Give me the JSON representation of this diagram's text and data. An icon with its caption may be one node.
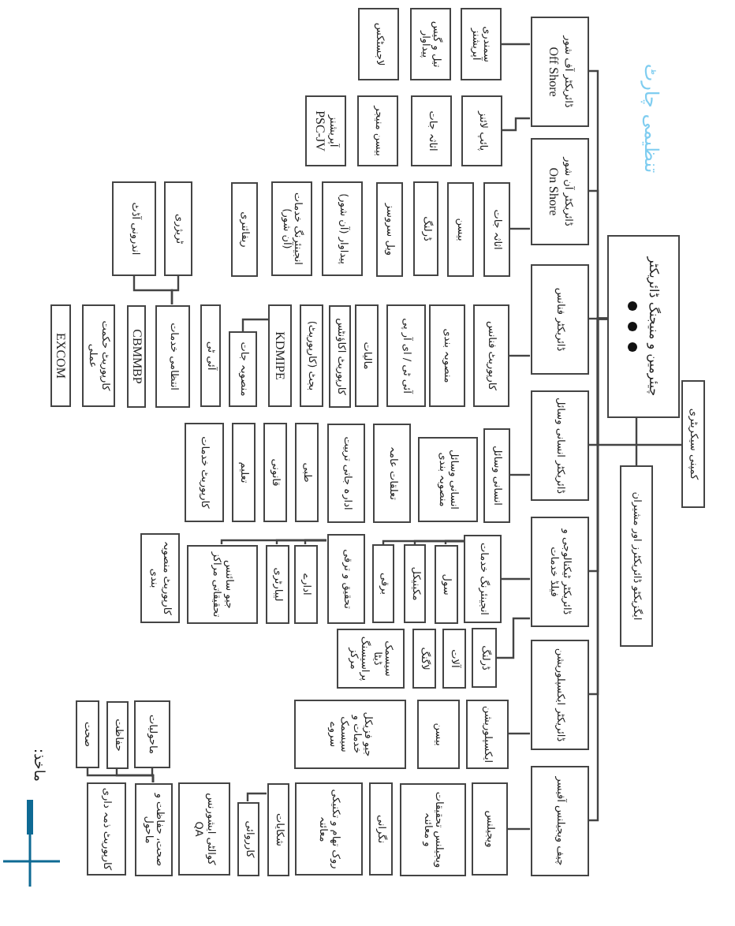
{
  "diagram": {
    "title": "تنظیمی چارٹ",
    "nodes": [
      {
        "text": [
          "چیئرمین و منیجنگ ڈائریکٹر"
        ]
      },
      {
        "text": [
          "کمپنی سیکریٹری"
        ]
      },
      {
        "text": [
          "ایگزیکٹو ڈائریکٹرز اور مشیران"
        ]
      },
      {
        "text": [
          "ڈائریکٹر آف شور",
          "Off Shore"
        ]
      },
      {
        "text": [
          "ڈائریکٹر آن شور",
          "On Shore"
        ]
      },
      {
        "text": [
          "ڈائریکٹر فنانس"
        ]
      },
      {
        "text": [
          "ڈائریکٹر انسانی وسائل"
        ]
      },
      {
        "text": [
          "ڈائریکٹر ٹیکنالوجی و فیلڈ خدمات"
        ]
      },
      {
        "text": [
          "ڈائریکٹر ایکسپلوریشن"
        ]
      },
      {
        "text": [
          "چیف ویجیلنس آفیسر"
        ]
      },
      {
        "text": [
          "سمندری آپریشنز"
        ]
      },
      {
        "text": [
          "تیل و گیس پیداوار"
        ]
      },
      {
        "text": [
          "لاجسٹکس"
        ]
      },
      {
        "text": [
          "پائپ لائنز"
        ]
      },
      {
        "text": [
          "اثاثہ جات"
        ]
      },
      {
        "text": [
          "بیسن منیجر"
        ]
      },
      {
        "text": [
          "آپریشنز",
          "PSC-JV"
        ]
      },
      {
        "text": [
          "اثاثہ جات"
        ]
      },
      {
        "text": [
          "بیسن"
        ]
      },
      {
        "text": [
          "ڈرلنگ"
        ]
      },
      {
        "text": [
          "ویل سروسز"
        ]
      },
      {
        "text": [
          "پیداوار (آن شور)"
        ]
      },
      {
        "text": [
          "انجینئرنگ خدمات (آن شور)"
        ]
      },
      {
        "text": [
          "ریفائنری"
        ]
      },
      {
        "text": [
          "ٹریژری"
        ]
      },
      {
        "text": [
          "اندرونی آڈٹ"
        ]
      },
      {
        "text": [
          "کارپوریٹ فنانس"
        ]
      },
      {
        "text": [
          "منصوبہ بندی"
        ]
      },
      {
        "text": [
          "آئی ٹی / ای آر پی"
        ]
      },
      {
        "text": [
          "مالیات"
        ]
      },
      {
        "text": [
          "کارپوریٹ اکاؤنٹس"
        ]
      },
      {
        "text": [
          "بجٹ (کارپوریٹ)"
        ]
      },
      {
        "text": [
          "KDMIPE"
        ]
      },
      {
        "text": [
          "منصوبہ جات"
        ]
      },
      {
        "text": [
          "آئی ٹی"
        ]
      },
      {
        "text": [
          "انتظامی خدمات"
        ]
      },
      {
        "text": [
          "CBMMBP"
        ]
      },
      {
        "text": [
          "کارپوریٹ حکمت عملی"
        ]
      },
      {
        "text": [
          "EXCOM"
        ]
      },
      {
        "text": [
          "انسانی وسائل"
        ]
      },
      {
        "text": [
          "انسانی وسائل منصوبہ بندی"
        ]
      },
      {
        "text": [
          "تعلقات عامہ"
        ]
      },
      {
        "text": [
          "ادارہ جاتی تربیت"
        ]
      },
      {
        "text": [
          "طبی"
        ]
      },
      {
        "text": [
          "قانونی"
        ]
      },
      {
        "text": [
          "تعلیم"
        ]
      },
      {
        "text": [
          "کارپوریٹ خدمات"
        ]
      },
      {
        "text": [
          "انجینئرنگ خدمات"
        ]
      },
      {
        "text": [
          "سول"
        ]
      },
      {
        "text": [
          "مکینیکل"
        ]
      },
      {
        "text": [
          "برقی"
        ]
      },
      {
        "text": [
          "تحقیق و ترقی"
        ]
      },
      {
        "text": [
          "ادارے"
        ]
      },
      {
        "text": [
          "لیبارٹری"
        ]
      },
      {
        "text": [
          "جیو سائنس تحقیقاتی مراکز"
        ]
      },
      {
        "text": [
          "کارپوریٹ منصوبہ بندی"
        ]
      },
      {
        "text": [
          "ڈرلنگ"
        ]
      },
      {
        "text": [
          "آلات"
        ]
      },
      {
        "text": [
          "لاگنگ"
        ]
      },
      {
        "text": [
          "سیسمک ڈیٹا پراسیسنگ مرکز"
        ]
      },
      {
        "text": [
          "ایکسپلوریشن"
        ]
      },
      {
        "text": [
          "بیسن"
        ]
      },
      {
        "text": [
          "جیو فزیکل خدمات و سیسمک سروے"
        ]
      },
      {
        "text": [
          "ماحولیات"
        ]
      },
      {
        "text": [
          "حفاظت"
        ]
      },
      {
        "text": [
          "صحت"
        ]
      },
      {
        "text": [
          "ویجیلنس"
        ]
      },
      {
        "text": [
          "ویجیلنس تحقیقات و معائنہ"
        ]
      },
      {
        "text": [
          "نگرانی"
        ]
      },
      {
        "text": [
          "روک تھام و تکنیکی معائنہ"
        ]
      },
      {
        "text": [
          "شکایات"
        ]
      },
      {
        "text": [
          "کارروائی"
        ]
      },
      {
        "text": [
          "کوالٹی ایشورنس QA"
        ]
      },
      {
        "text": [
          "صحت، حفاظت و ماحول"
        ]
      },
      {
        "text": [
          "کارپوریٹ ذمہ داری"
        ]
      }
    ],
    "edges": [
      {
        "from": 0,
        "to": 3,
        "arrow": "none"
      },
      {
        "from": 0,
        "to": 4,
        "arrow": "none"
      },
      {
        "from": 0,
        "to": 5,
        "arrow": "none"
      },
      {
        "from": 0,
        "to": 6,
        "arrow": "none"
      },
      {
        "from": 0,
        "to": 7,
        "arrow": "none"
      },
      {
        "from": 0,
        "to": 8,
        "arrow": "none"
      },
      {
        "from": 0,
        "to": 9,
        "arrow": "none"
      },
      {
        "from": 0,
        "to": 1,
        "arrow": "none"
      },
      {
        "from": 0,
        "to": 2,
        "arrow": "none"
      },
      {
        "from": 3,
        "to": 10,
        "arrow": "none"
      },
      {
        "from": 3,
        "to": 13,
        "arrow": "none"
      },
      {
        "from": 4,
        "to": 17,
        "arrow": "none"
      },
      {
        "from": 5,
        "to": 26,
        "arrow": "none"
      },
      {
        "from": 6,
        "to": 39,
        "arrow": "none"
      },
      {
        "from": 7,
        "to": 47,
        "arrow": "none"
      },
      {
        "from": 7,
        "to": 56,
        "arrow": "none"
      },
      {
        "from": 8,
        "to": 60,
        "arrow": "none"
      },
      {
        "from": 9,
        "to": 66,
        "arrow": "none"
      },
      {
        "from": 47,
        "to": 48,
        "arrow": "none"
      },
      {
        "from": 47,
        "to": 49,
        "arrow": "none"
      },
      {
        "from": 47,
        "to": 50,
        "arrow": "none"
      },
      {
        "from": 51,
        "to": 52,
        "arrow": "none"
      },
      {
        "from": 51,
        "to": 53,
        "arrow": "none"
      },
      {
        "from": 51,
        "to": 54,
        "arrow": "none"
      },
      {
        "from": 32,
        "to": 33,
        "arrow": "none"
      },
      {
        "from": 70,
        "to": 71,
        "arrow": "none"
      },
      {
        "from": 35,
        "to": 24,
        "arrow": "none"
      },
      {
        "from": 35,
        "to": 25,
        "arrow": "none"
      },
      {
        "from": 73,
        "to": 63,
        "arrow": "none"
      },
      {
        "from": 73,
        "to": 64,
        "arrow": "none"
      },
      {
        "from": 73,
        "to": 65,
        "arrow": "none"
      }
    ],
    "labels": [
      "ماخذ:"
    ]
  }
}
